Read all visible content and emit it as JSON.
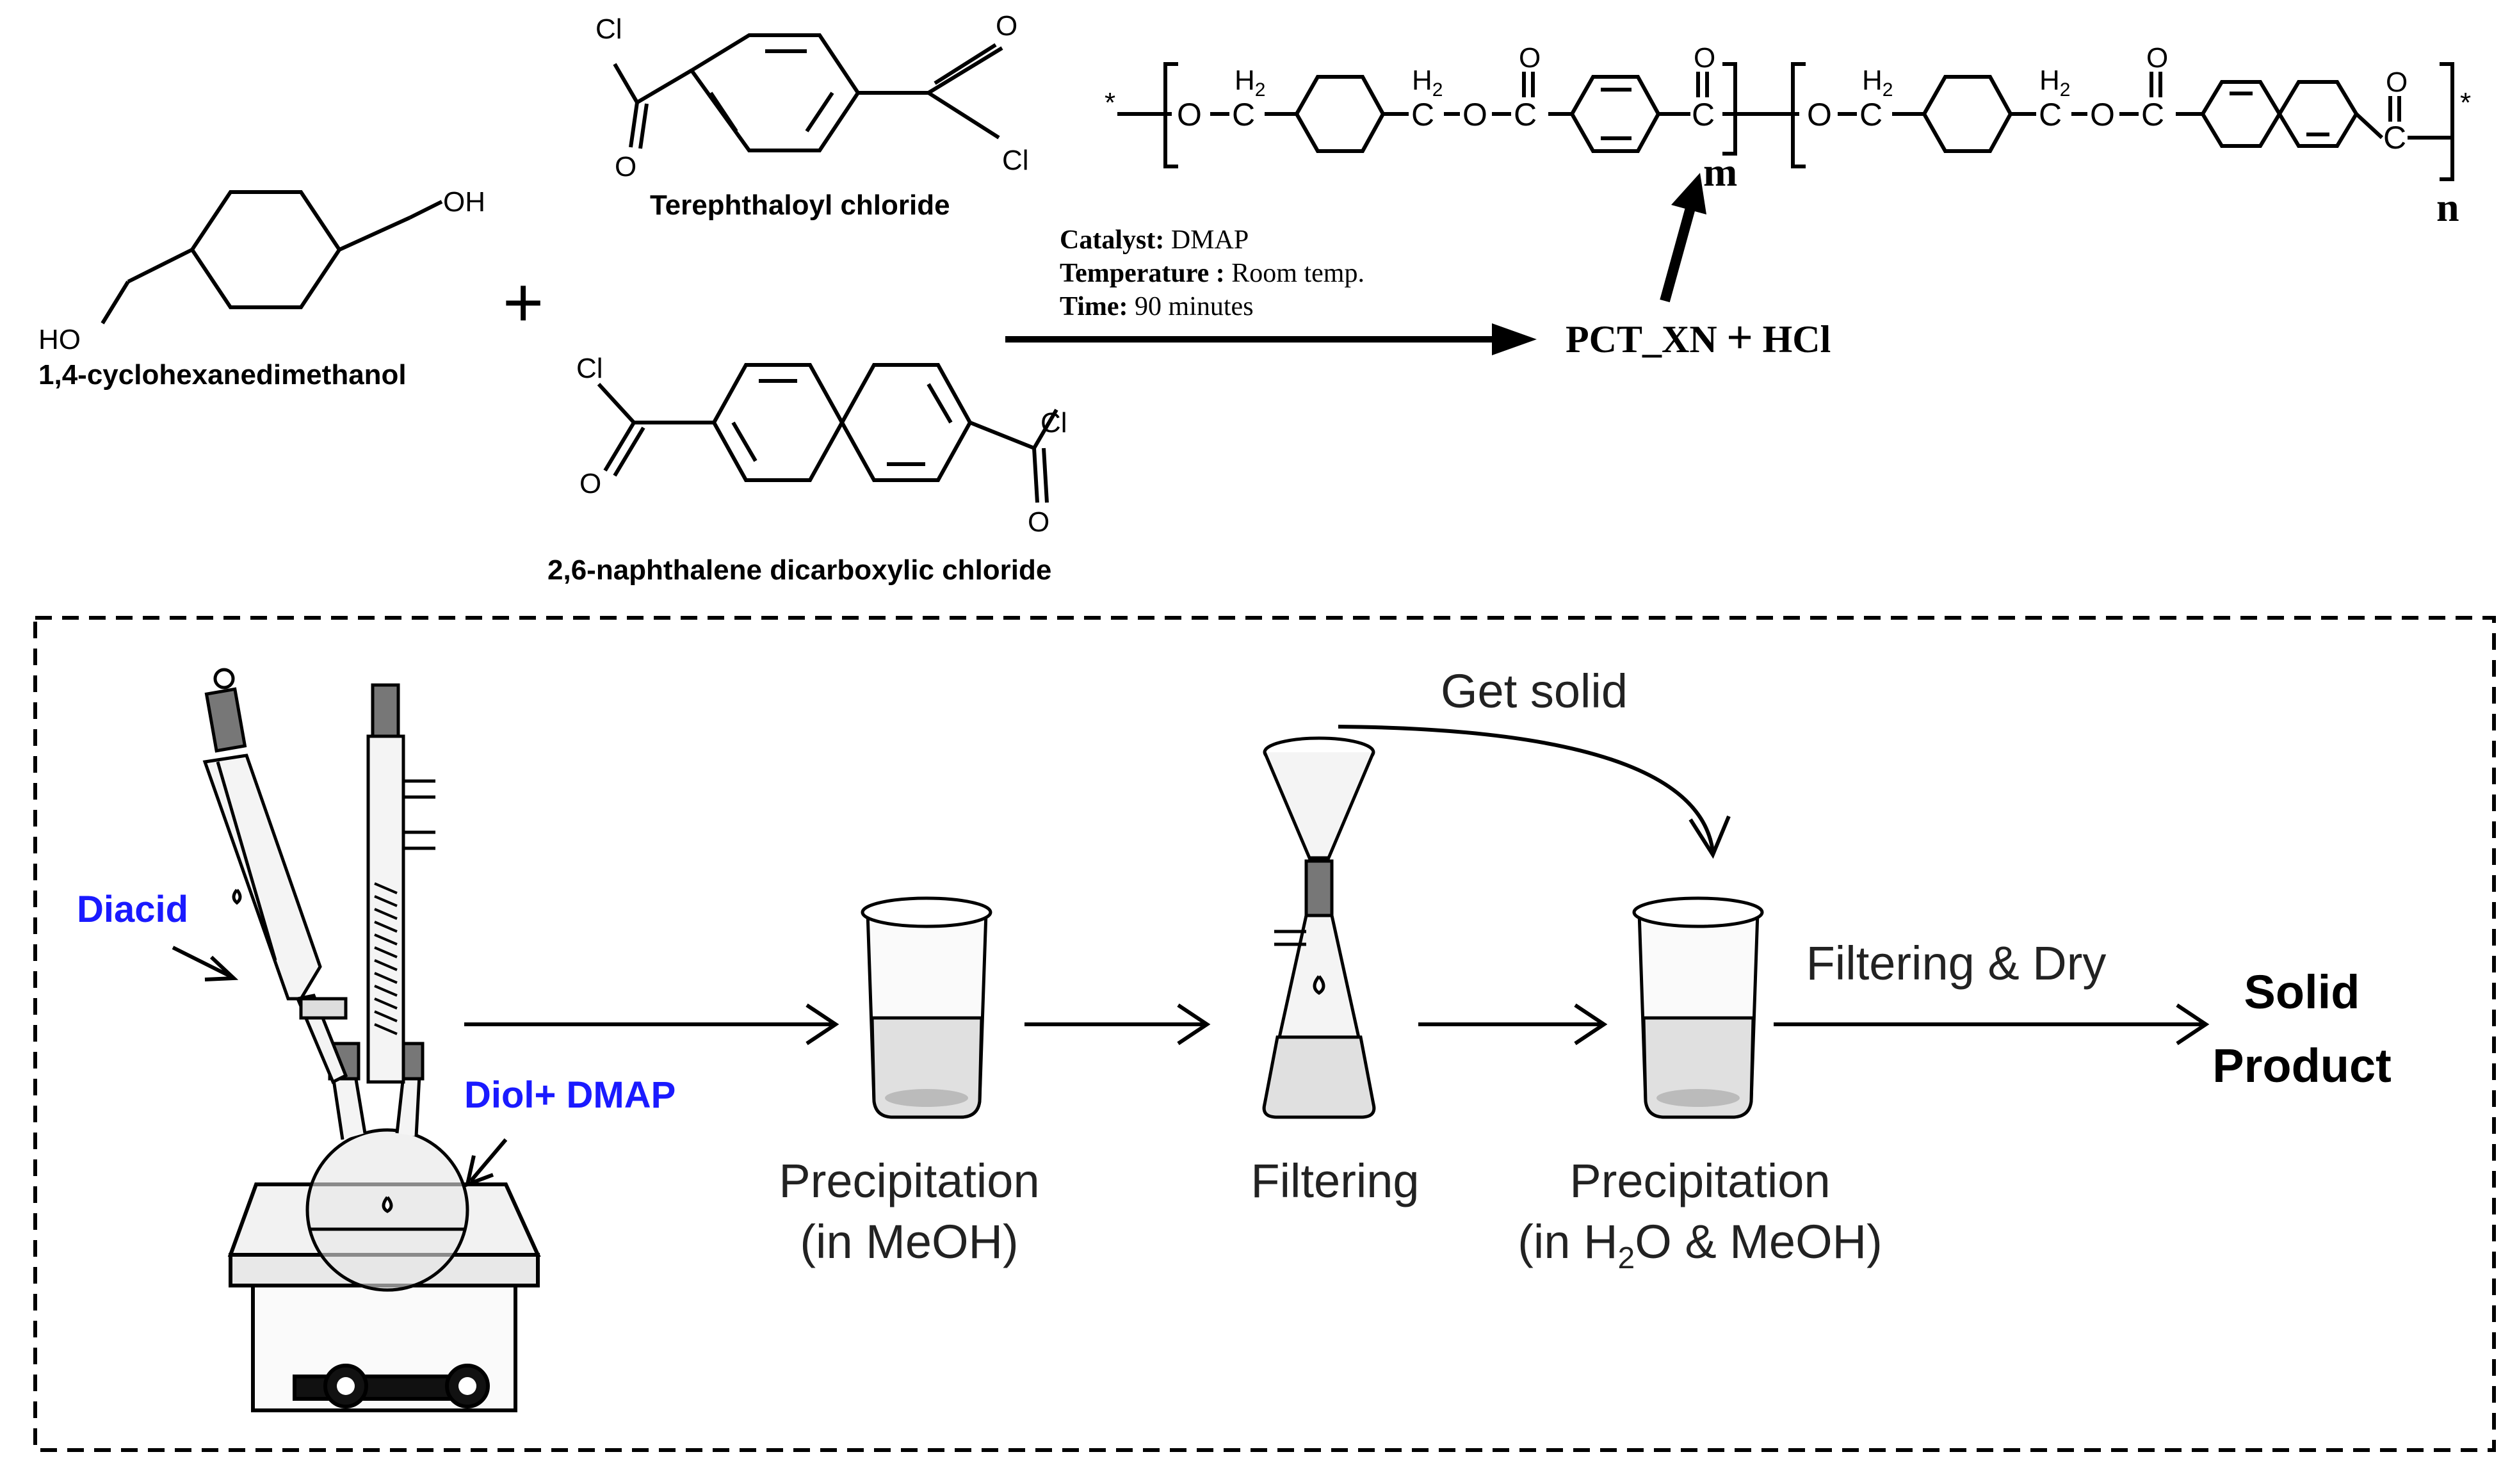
{
  "reactants": {
    "diol": {
      "name": "1,4-cyclohexanedimethanol",
      "ho_left": "HO",
      "oh_right": "OH"
    },
    "terephthaloyl": {
      "name": "Terephthaloyl chloride",
      "cl": "Cl",
      "o": "O"
    },
    "naphthalene": {
      "name": "2,6-naphthalene dicarboxylic chloride",
      "cl": "Cl",
      "o": "O"
    },
    "plus": "+"
  },
  "conditions": {
    "catalyst_label": "Catalyst:",
    "catalyst_value": "DMAP",
    "temperature_label": "Temperature :",
    "temperature_value": "Room temp.",
    "time_label": "Time:",
    "time_value": "90 minutes"
  },
  "products": {
    "product": "PCT_XN",
    "plus": "+",
    "byproduct": "HCl"
  },
  "polymer": {
    "star": "*",
    "o": "O",
    "c": "C",
    "h2": "H",
    "h2_sub": "2",
    "m": "m",
    "n": "n"
  },
  "process": {
    "diacid": "Diacid",
    "diol_dmap": "Diol+ DMAP",
    "precip1_line1": "Precipitation",
    "precip1_line2": "(in MeOH)",
    "filtering": "Filtering",
    "get_solid": "Get solid",
    "precip2_line1": "Precipitation",
    "precip2_pre": "(in H",
    "precip2_sub": "2",
    "precip2_post": "O & MeOH)",
    "filter_dry": "Filtering & Dry",
    "solid_line1": "Solid",
    "solid_line2": "Product"
  },
  "colors": {
    "label_blue": "#1a1aff",
    "line": "#000000",
    "glass": "#e6e6e6"
  }
}
